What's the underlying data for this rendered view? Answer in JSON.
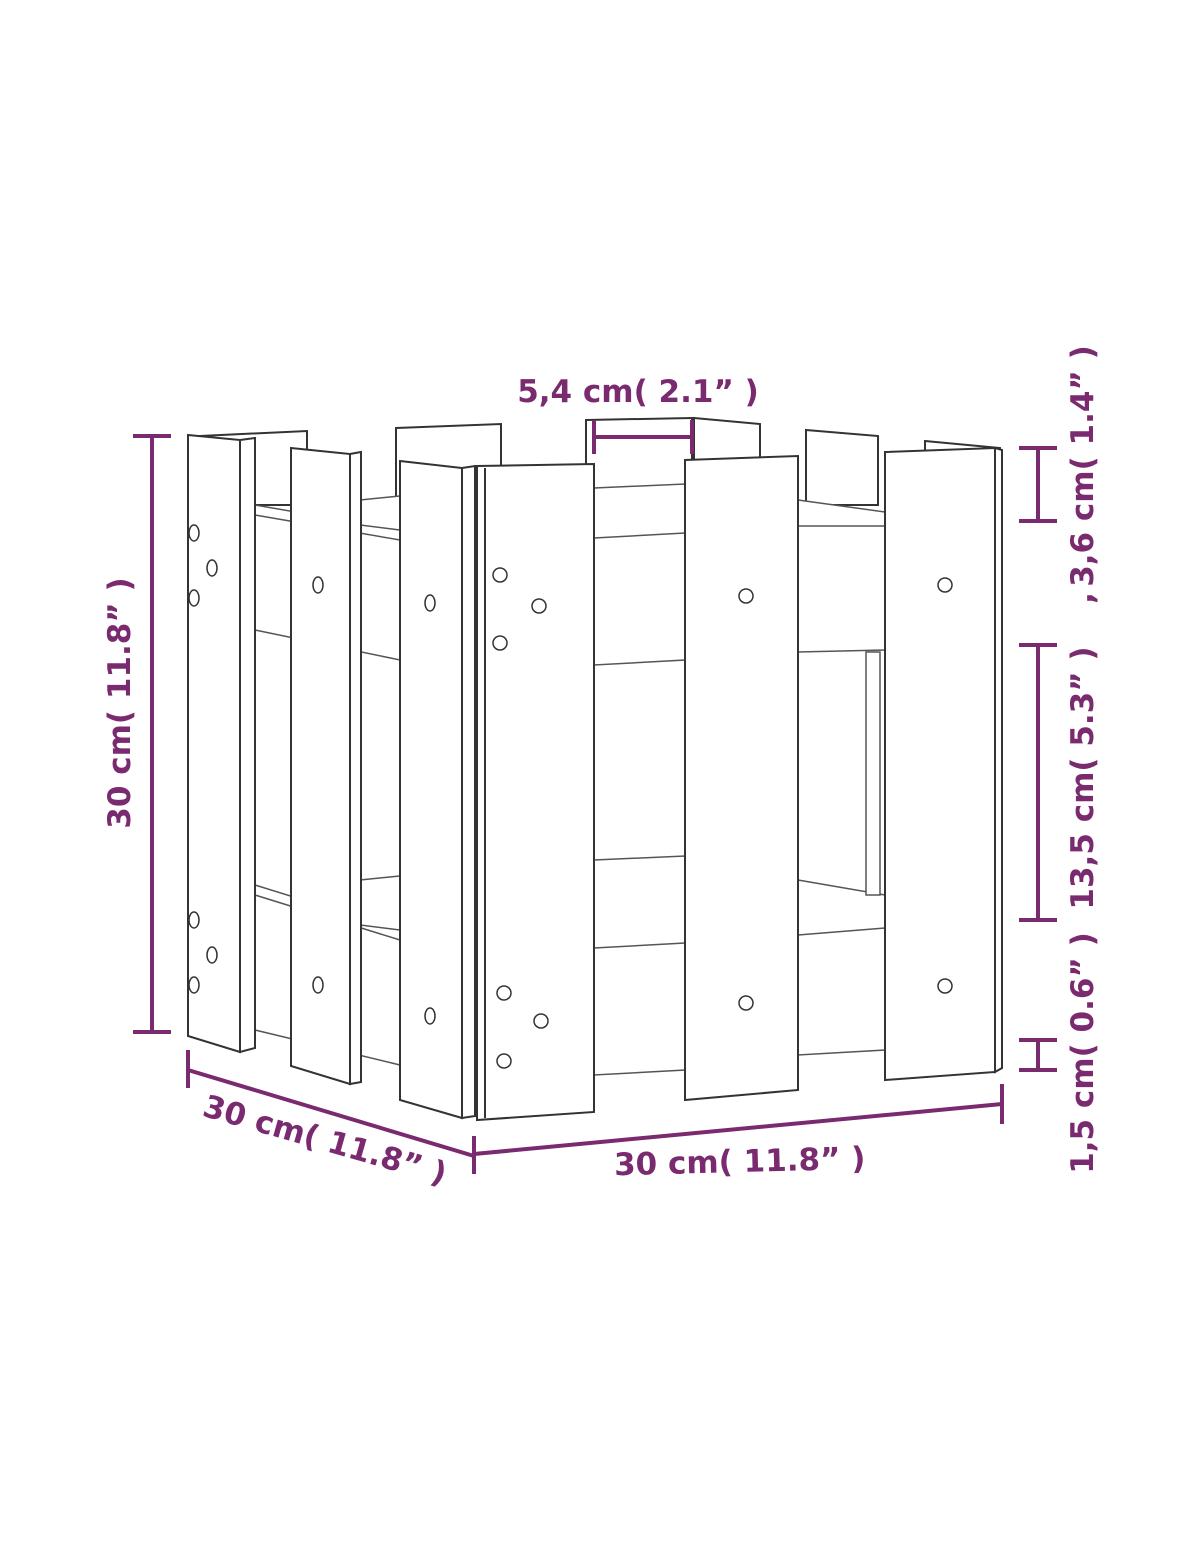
{
  "colors": {
    "dimension": "#7a2a6e",
    "outline": "#333333",
    "background": "#ffffff"
  },
  "dimensions": {
    "height_label": "30 cm( 11.8”  )",
    "width_label": "30 cm( 11.8”  )",
    "depth_label": "30 cm( 11.8”  )",
    "gap_label": "5,4 cm( 2.1”  )",
    "top_section_label": "3,6 cm( 1.4”  )",
    "separator_label": ",",
    "middle_section_label": "13,5 cm( 5.3”  )",
    "bottom_section_label": "1,5 cm( 0.6”  )"
  }
}
